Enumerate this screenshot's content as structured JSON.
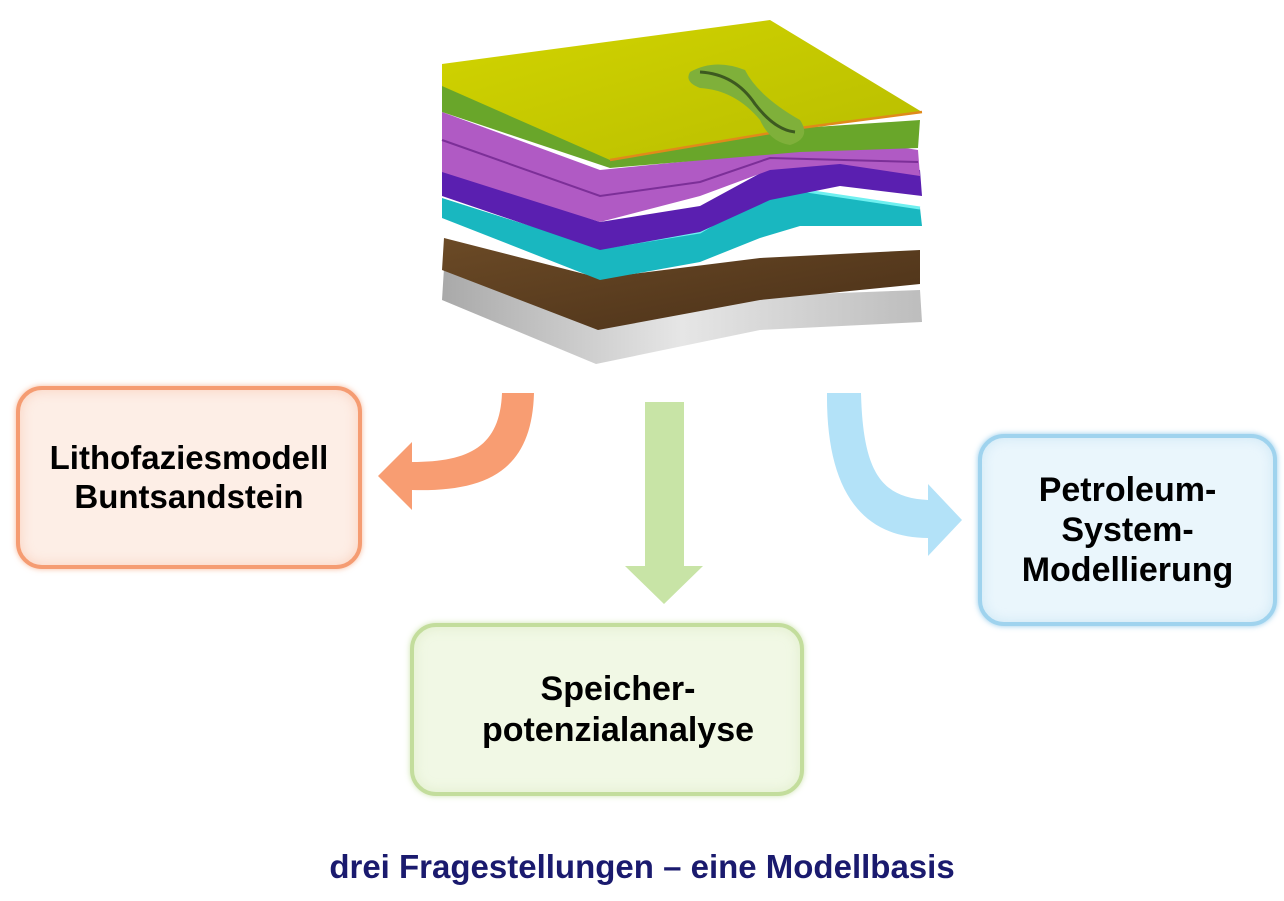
{
  "boxes": {
    "lithofazies": {
      "line1": "Lithofaziesmodell",
      "line2": "Buntsandstein"
    },
    "speicher": {
      "line1": "Speicher-",
      "line2": "potenzialanalyse"
    },
    "petroleum": {
      "line1": "Petroleum-",
      "line2": "System-",
      "line3": "Modellierung"
    }
  },
  "caption": "drei Fragestellungen – eine Modellbasis",
  "colors": {
    "orange": "#f59c72",
    "green": "#c3dd9c",
    "blue": "#9fd3ee",
    "caption": "#1a1a6e"
  }
}
